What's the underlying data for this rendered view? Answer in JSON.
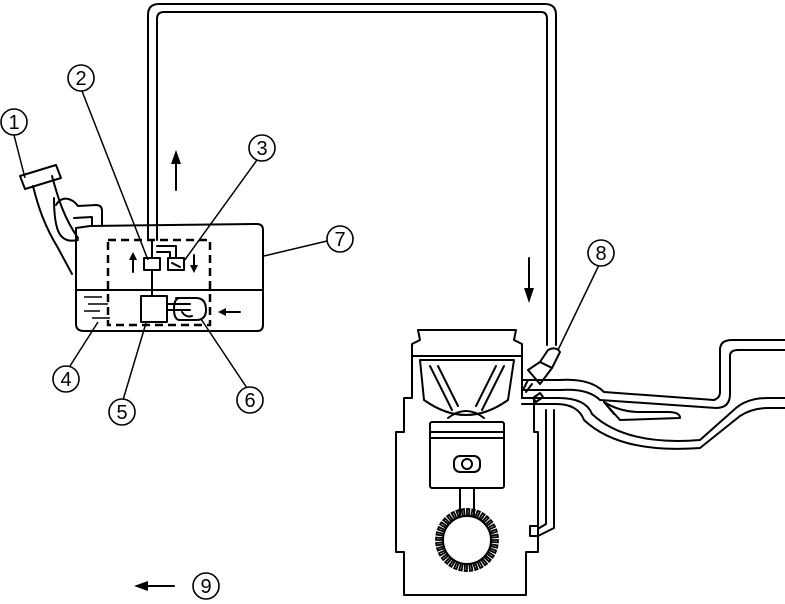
{
  "diagram": {
    "callouts": [
      {
        "number": "1"
      },
      {
        "number": "2"
      },
      {
        "number": "3"
      },
      {
        "number": "4"
      },
      {
        "number": "5"
      },
      {
        "number": "6"
      },
      {
        "number": "7"
      },
      {
        "number": "8"
      },
      {
        "number": "9"
      }
    ]
  }
}
